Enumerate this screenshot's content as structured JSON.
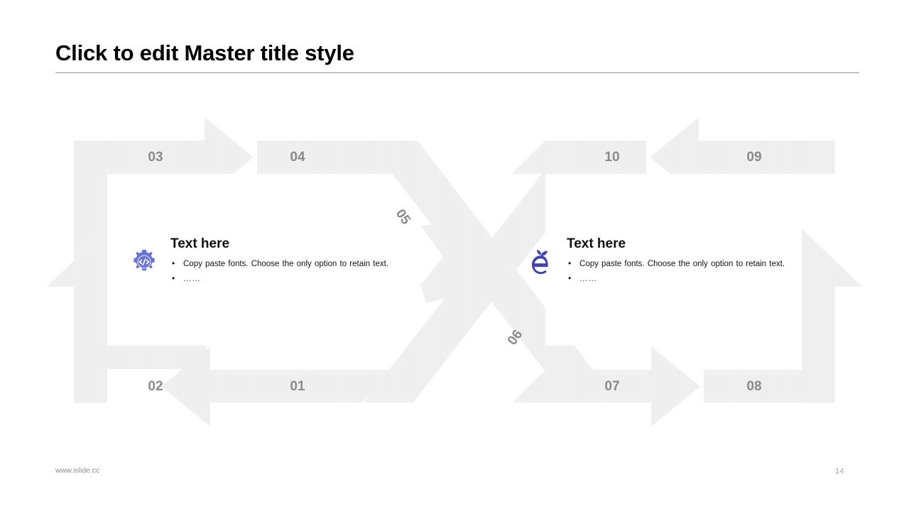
{
  "slide": {
    "title": "Click to edit Master title style",
    "footer_url": "www.islide.cc",
    "page_number": "14"
  },
  "theme": {
    "band_fill": "#f0f0f0",
    "band_fill_alt": "#eeeeee",
    "number_color": "#8a8a8a",
    "title_color": "#000000",
    "rule_color": "#9a9a9a",
    "footer_color": "#8c8c8c",
    "icon_gear_color": "#6b74d4",
    "icon_apple_color": "#4040b8",
    "background": "#ffffff"
  },
  "diagram": {
    "type": "dual-arrow-cycle",
    "steps": [
      {
        "id": "01",
        "label": "01",
        "position": "bottom-left-inner",
        "direction": "left"
      },
      {
        "id": "02",
        "label": "02",
        "position": "bottom-left-outer",
        "direction": "left"
      },
      {
        "id": "03",
        "label": "03",
        "position": "top-left-outer",
        "direction": "right"
      },
      {
        "id": "04",
        "label": "04",
        "position": "top-left-inner",
        "direction": "right"
      },
      {
        "id": "05",
        "label": "05",
        "position": "center-diagonal-down",
        "direction": "down-right"
      },
      {
        "id": "06",
        "label": "06",
        "position": "center-diagonal-up",
        "direction": "down-right"
      },
      {
        "id": "07",
        "label": "07",
        "position": "bottom-right-inner",
        "direction": "right"
      },
      {
        "id": "08",
        "label": "08",
        "position": "bottom-right-outer",
        "direction": "right"
      },
      {
        "id": "09",
        "label": "09",
        "position": "top-right-outer",
        "direction": "left"
      },
      {
        "id": "10",
        "label": "10",
        "position": "top-right-inner",
        "direction": "left"
      }
    ]
  },
  "cards": [
    {
      "icon": "gear-code-icon",
      "heading": "Text here",
      "bullets": [
        "Copy paste fonts. Choose the only option to retain text.",
        "……"
      ]
    },
    {
      "icon": "apple-e-icon",
      "heading": "Text here",
      "bullets": [
        "Copy paste fonts. Choose the only option to retain text.",
        "……"
      ]
    }
  ]
}
